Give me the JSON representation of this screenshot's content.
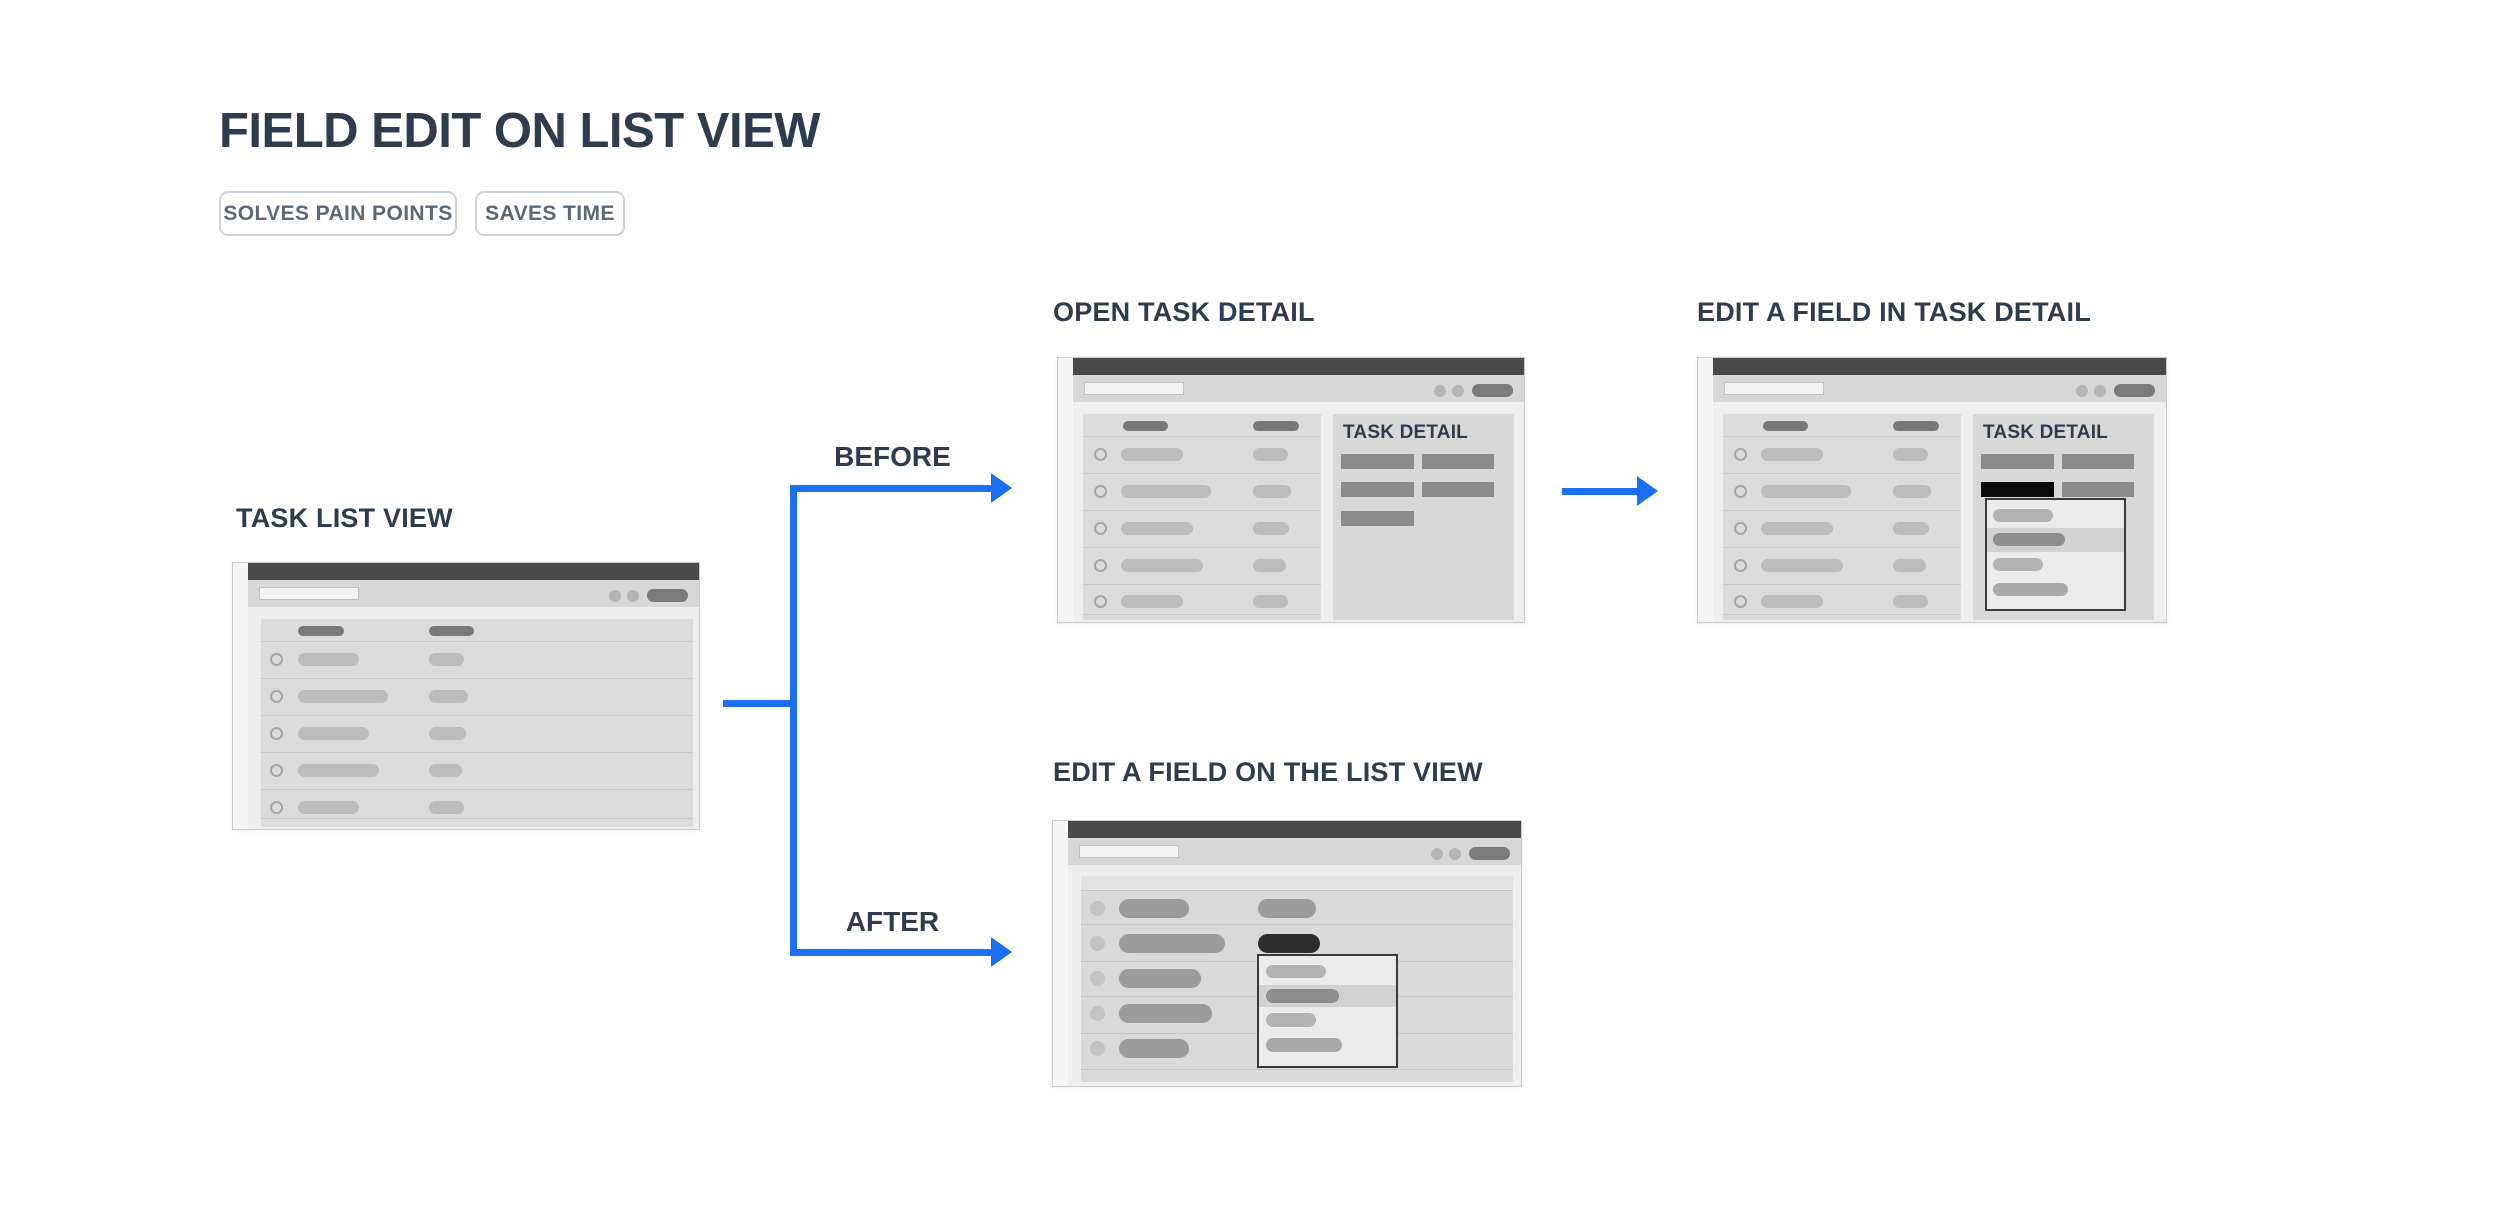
{
  "header": {
    "title": "FIELD EDIT ON LIST VIEW",
    "badges": [
      "SOLVES PAIN POINTS",
      "SAVES TIME"
    ]
  },
  "sections": {
    "task_list_view": "TASK LIST VIEW",
    "open_task_detail": "OPEN TASK DETAIL",
    "edit_field_task_detail": "EDIT A FIELD IN TASK DETAIL",
    "edit_field_list_view": "EDIT A FIELD ON THE LIST VIEW"
  },
  "arrows": {
    "before_label": "BEFORE",
    "after_label": "AFTER"
  },
  "task_detail_panel": {
    "title": "TASK DETAIL"
  },
  "colors": {
    "accent_blue": "#1c6ef2",
    "heading_navy": "#2d3c4e",
    "badge_text": "#5c6873",
    "window_bar_gray": "#4a4a4a",
    "wireframe_gray": "#bcbcbc",
    "selected_field_black": "#0b0b0b"
  }
}
